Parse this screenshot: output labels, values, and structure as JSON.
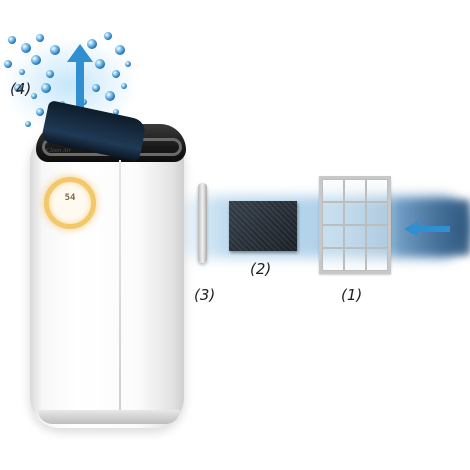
{
  "labels": {
    "filter_1": "(1)",
    "filter_2": "(2)",
    "filter_3": "(3)",
    "outlet_4": "(4)"
  },
  "device": {
    "logo": "Clean Air",
    "display_value": "54"
  },
  "colors": {
    "air_blue": "#2f8fd0",
    "display_ring": "#f3c86a",
    "carbon": "#2b323a",
    "mesh_frame": "#c8c8c8"
  },
  "icons": [
    "arrow-up-icon",
    "arrow-left-icon",
    "water-bubbles-icon"
  ]
}
